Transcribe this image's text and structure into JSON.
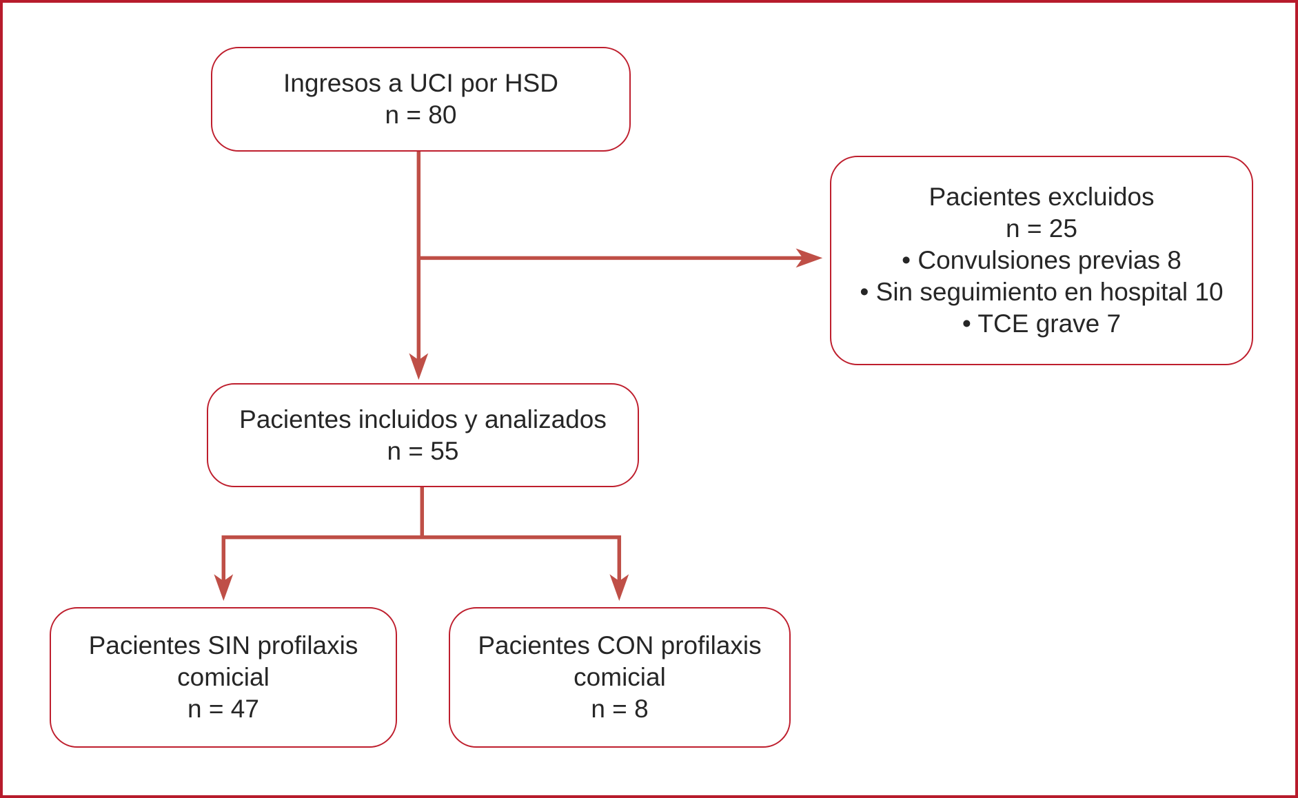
{
  "figure": {
    "type": "flowchart",
    "language": "es"
  },
  "colors": {
    "frame_border": "#b71b2c",
    "box_border": "#be1e2d",
    "arrow": "#bf4f47",
    "text": "#262626",
    "background": "#ffffff"
  },
  "boxes": {
    "admissions": {
      "lines": [
        "Ingresos a UCI por HSD",
        "n = 80"
      ]
    },
    "excluded": {
      "lines": [
        "Pacientes excluidos",
        "n = 25",
        "• Convulsiones previas 8",
        "• Sin seguimiento en hospital 10",
        "• TCE grave 7"
      ]
    },
    "included": {
      "lines": [
        "Pacientes incluidos y analizados",
        "n = 55"
      ]
    },
    "sin_profilaxis": {
      "lines": [
        "Pacientes SIN profilaxis",
        "comicial",
        "n = 47"
      ]
    },
    "con_profilaxis": {
      "lines": [
        "Pacientes CON profilaxis",
        "comicial",
        "n = 8"
      ]
    }
  }
}
